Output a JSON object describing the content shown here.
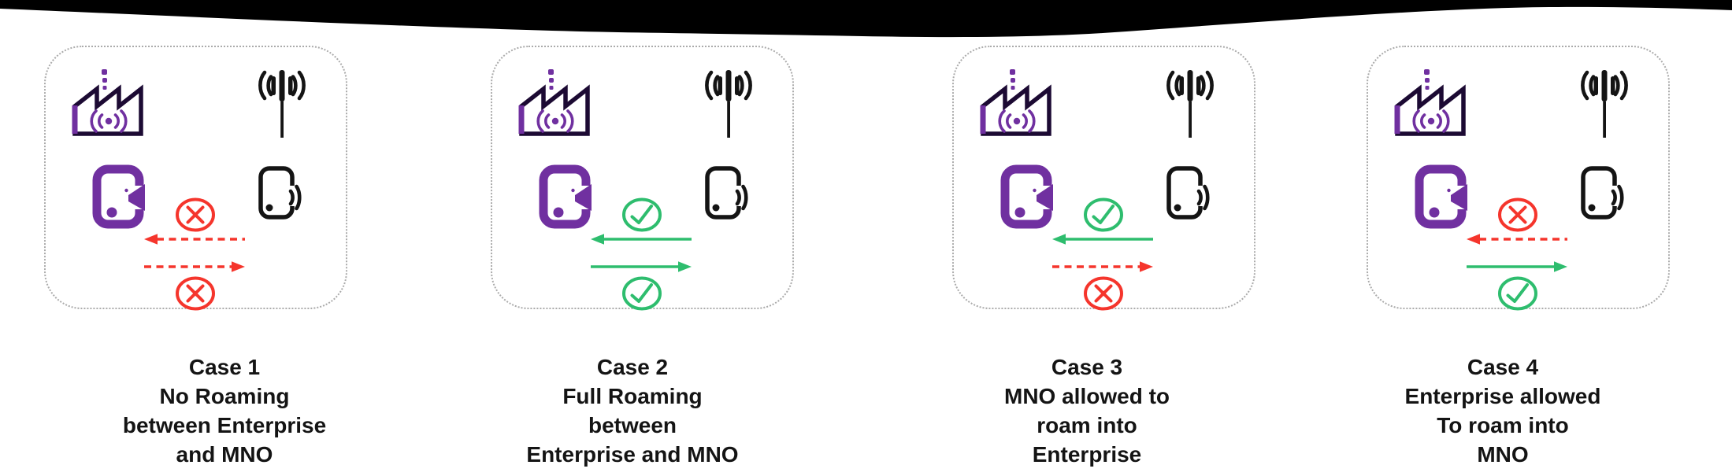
{
  "title": "Enterprise and MNO roaming cases diagram",
  "colors": {
    "purple": "#7030A0",
    "ink": "#141414",
    "factory-ink": "#1C0A33",
    "red": "#F5352C",
    "green": "#2EBD6E",
    "box-border": "#ABABAB",
    "text": "#141414",
    "banner": "#000000",
    "background": "#FFFFFF"
  },
  "icons": {
    "enterprise_network": "factory-wireless-icon",
    "mno_network": "cell-tower-icon",
    "enterprise_device": "enterprise-phone-icon",
    "mno_device": "mno-phone-icon",
    "blocked_indicator": "cross-circle-icon",
    "allowed_indicator": "check-circle-icon"
  },
  "cases": [
    {
      "id": "case-1",
      "caption_lines": [
        "Case 1",
        "No Roaming",
        "between Enterprise",
        "and MNO"
      ],
      "mno_to_enterprise": "blocked",
      "enterprise_to_mno": "blocked"
    },
    {
      "id": "case-2",
      "caption_lines": [
        "Case 2",
        "Full Roaming",
        "between",
        "Enterprise and MNO"
      ],
      "mno_to_enterprise": "allowed",
      "enterprise_to_mno": "allowed"
    },
    {
      "id": "case-3",
      "caption_lines": [
        "Case 3",
        "MNO allowed to",
        "roam into",
        "Enterprise"
      ],
      "mno_to_enterprise": "allowed",
      "enterprise_to_mno": "blocked"
    },
    {
      "id": "case-4",
      "caption_lines": [
        "Case 4",
        "Enterprise allowed",
        "To roam into",
        "MNO"
      ],
      "mno_to_enterprise": "blocked",
      "enterprise_to_mno": "allowed"
    }
  ],
  "layout_note": "4 rounded scenario boxes; upper arrow points left toward Enterprise device, lower arrow points right toward MNO device"
}
